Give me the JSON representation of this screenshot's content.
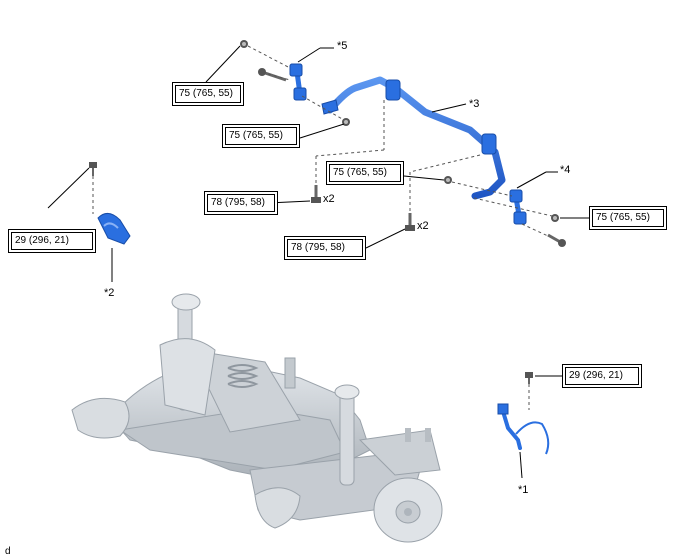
{
  "torque_specs": [
    "75 (765, 55)",
    "75 (765, 55)",
    "75 (765, 55)",
    "75 (765, 55)",
    "78 (795, 58)",
    "78 (795, 58)",
    "29 (296, 21)",
    "29 (296, 21)"
  ],
  "callouts": [
    "*1",
    "*2",
    "*3",
    "*4",
    "*5"
  ],
  "quantities": [
    "x2",
    "x2"
  ],
  "corner_label": "d",
  "colors": {
    "part_highlight": "#2a6fe0",
    "assembly_gray": "#c9ced4",
    "line": "#000000"
  }
}
